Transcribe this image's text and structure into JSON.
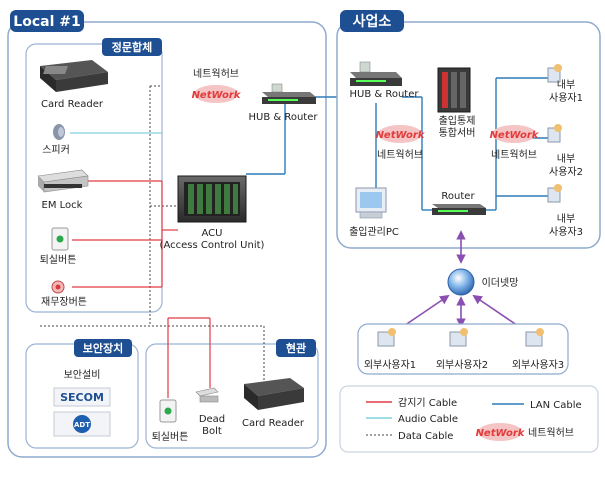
{
  "local": {
    "title": "Local #1",
    "section_main": "정문합체",
    "section_security": "보안장치",
    "section_site": "현관",
    "devices": {
      "card_reader": "Card Reader",
      "speaker": "스피커",
      "em_lock": "EM Lock",
      "exit_button": "퇴실버튼",
      "panic_button": "재무장버튼"
    },
    "network_hub_label": "네트웍허브",
    "hub_router": "HUB & Router",
    "acu_line1": "ACU",
    "acu_line2": "(Access Control Unit)",
    "security_company_label": "보안설비",
    "secom": "SECOM",
    "adt": "ADT",
    "site_devices": {
      "exit_button": "퇴실버튼",
      "dead_bolt_1": "Dead",
      "dead_bolt_2": "Bolt",
      "card_reader": "Card Reader"
    }
  },
  "business": {
    "title": "사업소",
    "hub_router": "HUB & Router",
    "server_line1": "출입통제",
    "server_line2": "통합서버",
    "network_hub_left": "네트웍허브",
    "network_hub_right": "네트웍허브",
    "admin_pc": "출입관리PC",
    "router": "Router",
    "internal_users": [
      {
        "line1": "내부",
        "line2": "사용자1"
      },
      {
        "line1": "내부",
        "line2": "사용자2"
      },
      {
        "line1": "내부",
        "line2": "사용자3"
      }
    ]
  },
  "ethernet": "이더넷망",
  "external_users": [
    "외부사용자1",
    "외부사용자2",
    "외부사용자3"
  ],
  "network_badge": "NetWork",
  "legend": {
    "sensor_cable": "감지기 Cable",
    "audio_cable": "Audio Cable",
    "data_cable": "Data Cable",
    "lan_cable": "LAN Cable",
    "network_hub": "네트웍허브"
  },
  "colors": {
    "panel_border": "#8eaacd",
    "title_bg": "#1d4f92",
    "sensor_cable": "#e23b45",
    "audio_cable": "#7fd0de",
    "lan_cable": "#2e7cb8",
    "data_cable": "#444444",
    "network_red": "#e23b3b",
    "ethernet_arrow": "#8a4fb0"
  }
}
